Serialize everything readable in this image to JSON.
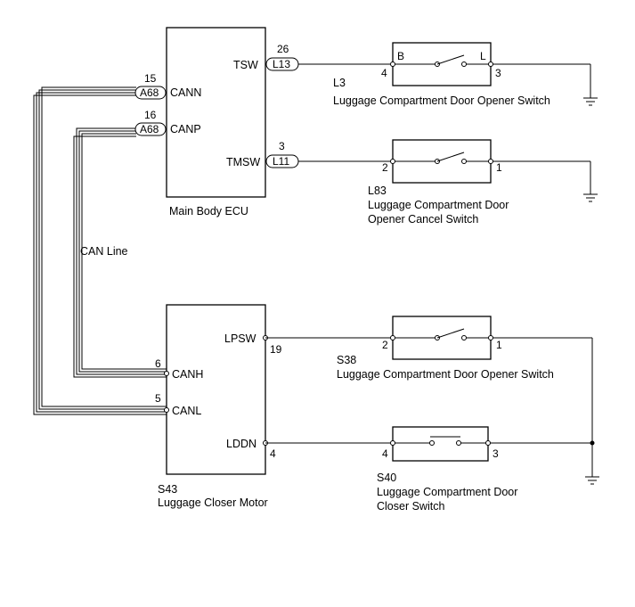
{
  "ecu": {
    "name": "Main Body ECU",
    "pins": {
      "canp": {
        "label": "CANP",
        "connector": "A68",
        "num": "16"
      },
      "cann": {
        "label": "CANN",
        "connector": "A68",
        "num": "15"
      },
      "tsw": {
        "label": "TSW",
        "connector": "L13",
        "num": "26"
      },
      "tmsw": {
        "label": "TMSW",
        "connector": "L11",
        "num": "3"
      }
    }
  },
  "can_line": {
    "label": "CAN Line"
  },
  "motor": {
    "code": "S43",
    "name": "Luggage Closer Motor",
    "pins": {
      "canh": {
        "label": "CANH",
        "num": "6"
      },
      "canl": {
        "label": "CANL",
        "num": "5"
      },
      "lpsw": {
        "label": "LPSW",
        "num": "19"
      },
      "lddn": {
        "label": "LDDN",
        "num": "4"
      }
    }
  },
  "switches": {
    "l3": {
      "code": "L3",
      "name": "Luggage Compartment Door Opener Switch",
      "pin_left": "4",
      "pin_right": "3",
      "inner_left": "B",
      "inner_right": "L"
    },
    "l83": {
      "code": "L83",
      "name_line1": "Luggage Compartment Door",
      "name_line2": "Opener Cancel Switch",
      "pin_left": "2",
      "pin_right": "1"
    },
    "s38": {
      "code": "S38",
      "name": "Luggage Compartment Door Opener Switch",
      "pin_left": "2",
      "pin_right": "1"
    },
    "s40": {
      "code": "S40",
      "name_line1": "Luggage Compartment Door",
      "name_line2": "Closer Switch",
      "pin_left": "4",
      "pin_right": "3"
    }
  }
}
